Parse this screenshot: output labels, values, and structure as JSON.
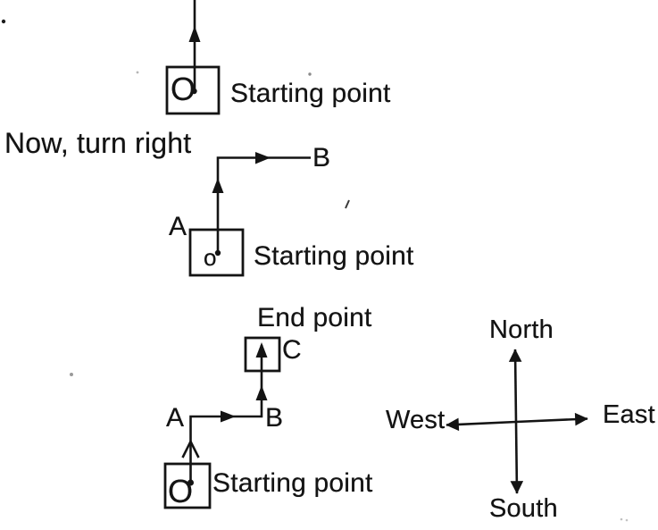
{
  "figure": {
    "instruction_text": "Now, turn right",
    "diagram1": {
      "point_label": "O",
      "caption": "Starting point"
    },
    "diagram2": {
      "origin_label": "o",
      "label_a": "A",
      "label_b": "B",
      "caption": "Starting point"
    },
    "diagram3": {
      "point_label": "O",
      "label_a": "A",
      "label_b": "B",
      "label_c": "C",
      "end_caption": "End point",
      "caption": "Starting point"
    },
    "compass": {
      "north": "North",
      "south": "South",
      "east": "East",
      "west": "West"
    },
    "colors": {
      "ink": "#141414",
      "paper": "#ffffff"
    }
  }
}
